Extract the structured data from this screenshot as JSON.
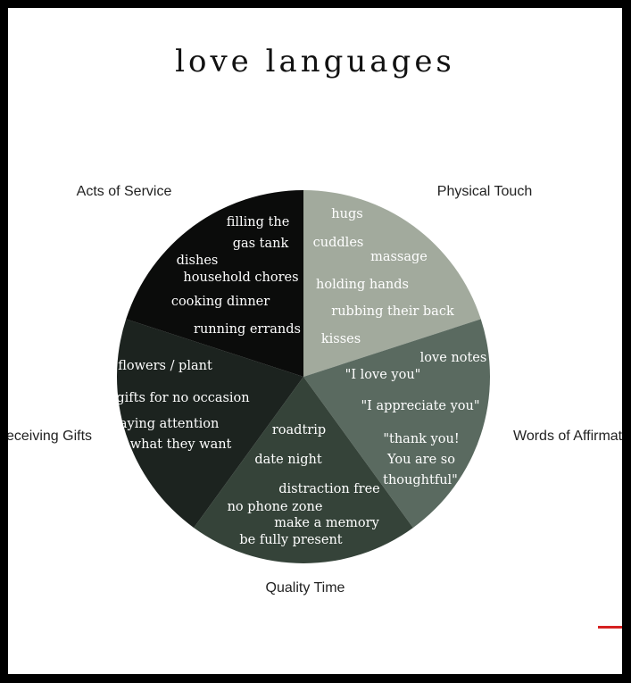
{
  "title": "love languages",
  "chart_data": {
    "type": "pie",
    "title": "love languages",
    "slices": [
      {
        "name": "Physical Touch",
        "value": 20,
        "color": "#a2aa9d",
        "items": [
          "hugs",
          "cuddles",
          "massage",
          "holding hands",
          "rubbing their back",
          "kisses"
        ]
      },
      {
        "name": "Words of Affirmation",
        "value": 20,
        "color": "#5a6a60",
        "items": [
          "love notes",
          "\"I love you\"",
          "\"I appreciate you\"",
          "\"thank you!",
          "You are so",
          "thoughtful\""
        ]
      },
      {
        "name": "Quality Time",
        "value": 20,
        "color": "#354339",
        "items": [
          "roadtrip",
          "date night",
          "distraction free",
          "no phone zone",
          "make a memory",
          "be fully present"
        ]
      },
      {
        "name": "Receiving Gifts",
        "value": 20,
        "color": "#1c231f",
        "items": [
          "flowers / plant",
          "gifts for no occasion",
          "paying attention",
          "to what they want"
        ]
      },
      {
        "name": "Acts of Service",
        "value": 20,
        "color": "#0b0c0b",
        "items": [
          "filling the",
          "gas tank",
          "dishes",
          "household chores",
          "cooking dinner",
          "running errands"
        ]
      }
    ],
    "category_labels": [
      "Acts of Service",
      "Physical Touch",
      "eceiving Gifts",
      "Words of Affirmat",
      "Quality Time"
    ]
  }
}
